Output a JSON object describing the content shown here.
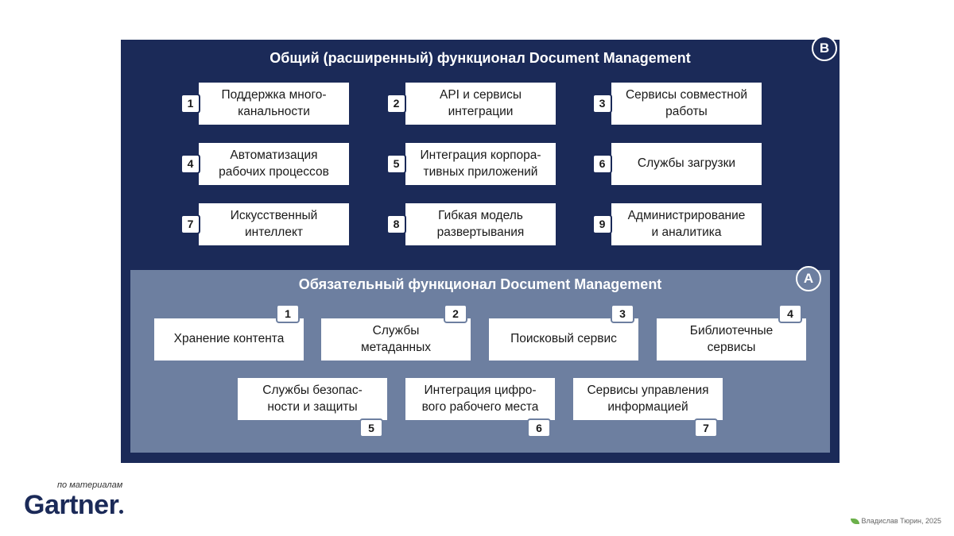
{
  "panel_b": {
    "title": "Общий (расширенный) функционал Document Management",
    "badge": "B",
    "items": [
      {
        "num": "1",
        "label": "Поддержка много-\nканальности"
      },
      {
        "num": "2",
        "label": "API и сервисы\nинтеграции"
      },
      {
        "num": "3",
        "label": "Сервисы совместной\nработы"
      },
      {
        "num": "4",
        "label": "Автоматизация\nрабочих процессов"
      },
      {
        "num": "5",
        "label": "Интеграция корпора-\nтивных приложений"
      },
      {
        "num": "6",
        "label": "Службы загрузки"
      },
      {
        "num": "7",
        "label": "Искусственный\nинтеллект"
      },
      {
        "num": "8",
        "label": "Гибкая модель\nразвертывания"
      },
      {
        "num": "9",
        "label": "Администрирование\nи аналитика"
      }
    ]
  },
  "panel_a": {
    "title": "Обязательный функционал Document Management",
    "badge": "A",
    "items": [
      {
        "num": "1",
        "label": "Хранение контента"
      },
      {
        "num": "2",
        "label": "Службы\nметаданных"
      },
      {
        "num": "3",
        "label": "Поисковый сервис"
      },
      {
        "num": "4",
        "label": "Библиотечные\nсервисы"
      },
      {
        "num": "5",
        "label": "Службы безопас-\nности и защиты"
      },
      {
        "num": "6",
        "label": "Интеграция цифро-\nвого рабочего места"
      },
      {
        "num": "7",
        "label": "Сервисы управления\nинформацией"
      }
    ]
  },
  "footer": {
    "source_note": "по материалам",
    "logo": "Gartner",
    "credit": "Владислав Тюрин, 2025"
  },
  "colors": {
    "panel_b": "#1b2a58",
    "panel_a": "#6d7fa0",
    "leaf": "#6bb04a"
  }
}
